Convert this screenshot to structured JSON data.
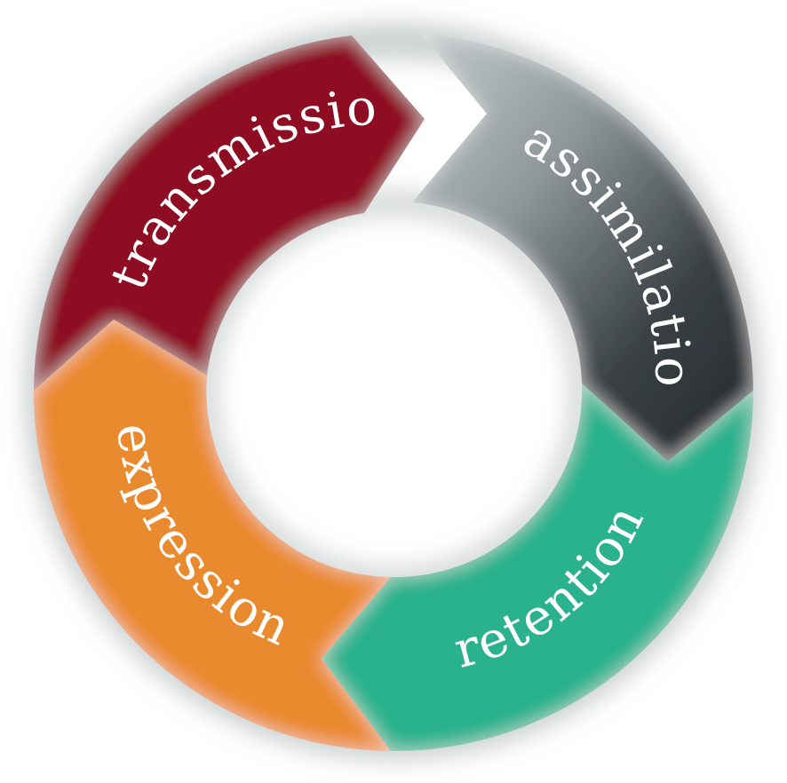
{
  "diagram": {
    "segments": [
      {
        "id": "transmission",
        "label": "transmission",
        "color": "#8e0e22"
      },
      {
        "id": "assimilation",
        "label": "assimilation",
        "color": "#2b3034",
        "gradient_light": "#c6cccc"
      },
      {
        "id": "retention",
        "label": "retention",
        "color": "#2bb28e"
      },
      {
        "id": "expression",
        "label": "expression",
        "color": "#ea8a2e"
      }
    ]
  }
}
